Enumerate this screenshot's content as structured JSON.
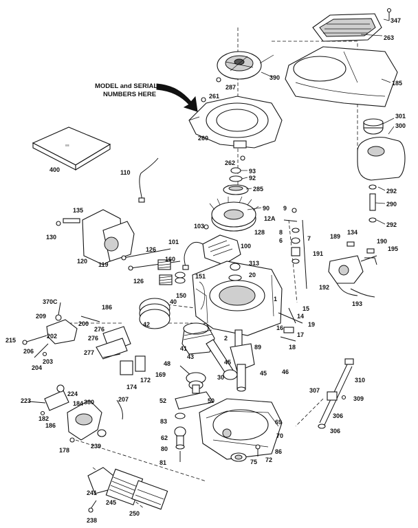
{
  "callout": {
    "line1": "MODEL and SERIAL",
    "line2": "NUMBERS HERE"
  },
  "labels": {
    "p347": "347",
    "p263": "263",
    "p390": "390",
    "p287": "287",
    "p185": "185",
    "p261": "261",
    "p260": "260",
    "p262": "262",
    "p301": "301",
    "p300": "300",
    "p400": "400",
    "p110": "110",
    "p93": "93",
    "p92": "92",
    "p285": "285",
    "p292a": "292",
    "p290": "290",
    "p292b": "292",
    "p135": "135",
    "p130": "130",
    "p120": "120",
    "p119": "119",
    "p103": "103",
    "p90": "90",
    "p9": "9",
    "p12A": "12A",
    "p128": "128",
    "p8": "8",
    "p6": "6",
    "p7": "7",
    "p134": "134",
    "p189": "189",
    "p190": "190",
    "p195": "195",
    "p191": "191",
    "p101": "101",
    "p100": "100",
    "p126a": "126",
    "p160": "160",
    "p313": "313",
    "p20": "20",
    "p126b": "126",
    "p151": "151",
    "p192": "192",
    "p193": "193",
    "p370C": "370C",
    "p150": "150",
    "p40": "40",
    "p1": "1",
    "p15": "15",
    "p186a": "186",
    "p42": "42",
    "p14": "14",
    "p19": "19",
    "p209": "209",
    "p200": "200",
    "p276a": "276",
    "p16": "16",
    "p17": "17",
    "p215": "215",
    "p202": "202",
    "p276b": "276",
    "p206": "206",
    "p2": "2",
    "p89": "89",
    "p18": "18",
    "p203": "203",
    "p204": "204",
    "p41": "41",
    "p277": "277",
    "p43": "43",
    "p45a": "45",
    "p174": "174",
    "p172": "172",
    "p169": "169",
    "p48a": "48",
    "p45b": "45",
    "p46": "46",
    "p310": "310",
    "p30": "30",
    "p224": "224",
    "p223": "223",
    "p52": "52",
    "p50": "50",
    "p307": "307",
    "p309": "309",
    "p184": "184",
    "p380": "380",
    "p207": "207",
    "p182": "182",
    "p186b": "186",
    "p306a": "306",
    "p83": "83",
    "p69": "69",
    "p306b": "306",
    "p70": "70",
    "p178": "178",
    "p239": "239",
    "p62": "62",
    "p80": "80",
    "p86": "86",
    "p75": "75",
    "p72": "72",
    "p81": "81",
    "p241": "241",
    "p245": "245",
    "p250": "250",
    "p238": "238"
  }
}
